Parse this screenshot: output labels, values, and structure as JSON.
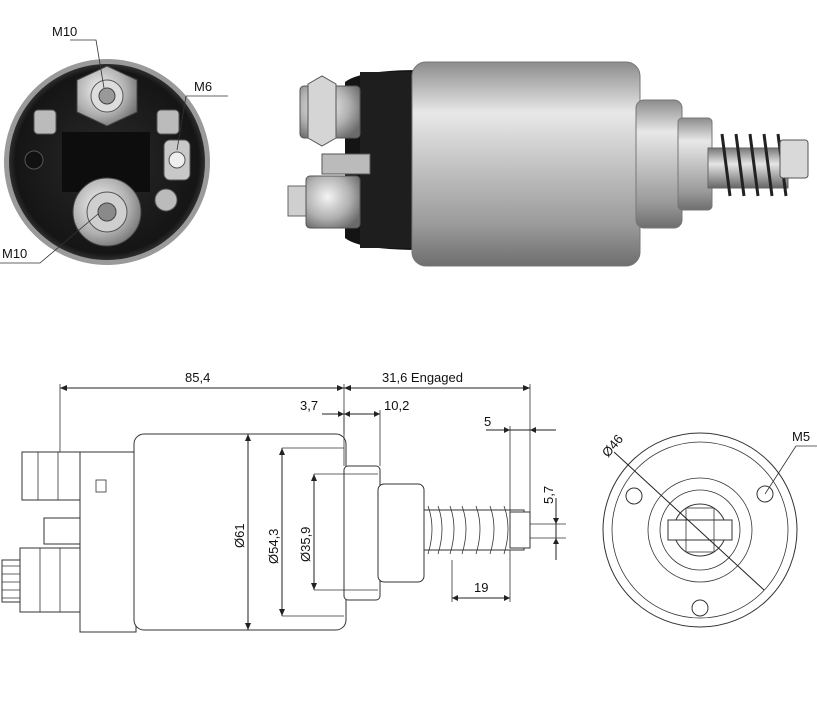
{
  "photo_labels": {
    "terminal_top": "M10",
    "terminal_small": "M6",
    "terminal_bottom": "M10"
  },
  "dimensions": {
    "overall_length": "85,4",
    "engaged_travel": "31,6 Engaged",
    "flange_a": "3,7",
    "flange_b": "10,2",
    "spring_tip": "5",
    "slot_width": "5,7",
    "spring_length": "19",
    "dia_body": "Ø61",
    "dia_nose": "Ø54,3",
    "dia_plunger": "Ø35,9",
    "dia_bolt_circle": "Ø46",
    "mount_thread": "M5"
  },
  "colors": {
    "body_metal": "#bdbdbd",
    "housing_black": "#1a1a1a",
    "line": "#222222"
  }
}
